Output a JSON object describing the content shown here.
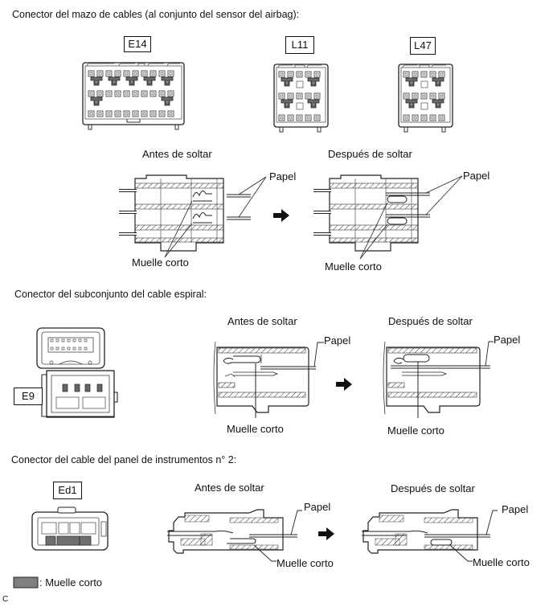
{
  "section1": {
    "title": "Conector del mazo de cables (al conjunto del sensor del airbag):",
    "connectors": [
      {
        "id": "E14"
      },
      {
        "id": "L11"
      },
      {
        "id": "L47"
      }
    ],
    "before_label": "Antes de soltar",
    "after_label": "Después de soltar",
    "paper_label": "Papel",
    "spring_label": "Muelle corto"
  },
  "section2": {
    "title": "Conector del subconjunto del cable espiral:",
    "connector_id": "E9",
    "before_label": "Antes de soltar",
    "after_label": "Después de soltar",
    "paper_label": "Papel",
    "spring_label": "Muelle corto"
  },
  "section3": {
    "title": "Conector del cable del panel de instrumentos n° 2:",
    "connector_id": "Ed1",
    "before_label": "Antes de soltar",
    "after_label": "Después de soltar",
    "paper_label": "Papel",
    "spring_label": "Muelle corto"
  },
  "legend": {
    "swatch_color": "#808080",
    "label": ": Muelle corto"
  },
  "footer": {
    "code": "C"
  }
}
